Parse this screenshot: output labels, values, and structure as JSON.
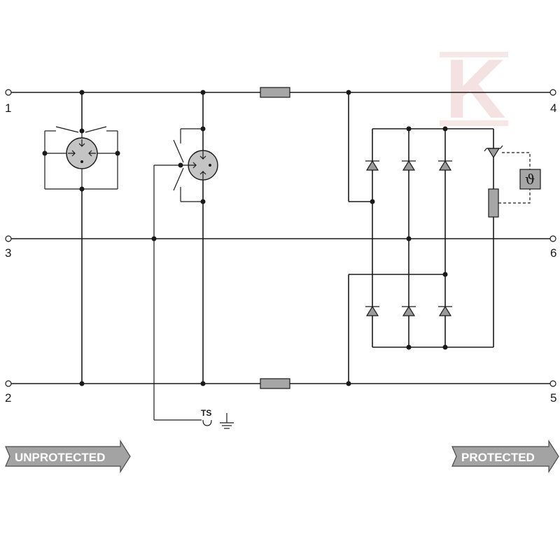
{
  "terminals": {
    "t1": "1",
    "t2": "2",
    "t3": "3",
    "t4": "4",
    "t5": "5",
    "t6": "6"
  },
  "ts_label": "TS",
  "thermal_symbol": "ϑ",
  "banners": {
    "unprotected": "UNPROTECTED",
    "protected": "PROTECTED"
  },
  "watermark": "K",
  "colors": {
    "line": "#1a1a1a",
    "component_fill": "#a6a6a6",
    "banner_fill": "#a3a3a3",
    "watermark": "#f4e2e2"
  }
}
